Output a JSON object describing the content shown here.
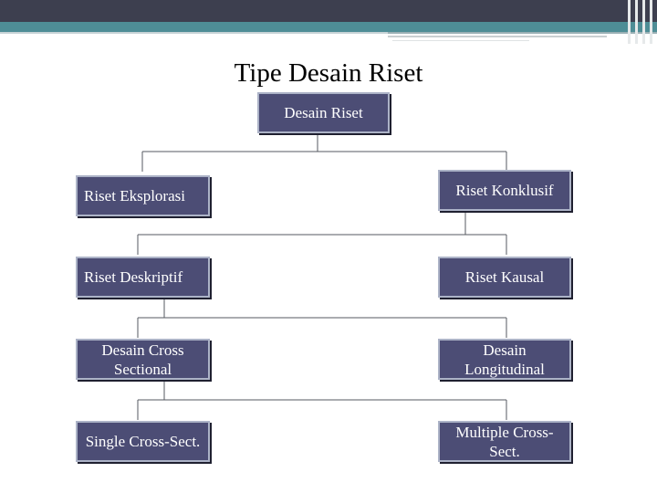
{
  "title": "Tipe Desain Riset",
  "colors": {
    "node_fill": "#4c4d75",
    "node_border": "#acb3c7",
    "header_dark": "#3d3f4f",
    "header_teal": "#4e8d96",
    "connector": "#555a60"
  },
  "nodes": {
    "root": "Desain Riset",
    "eksplorasi": "Riset Eksplorasi",
    "konklusif": "Riset Konklusif",
    "deskriptif": "Riset Deskriptif",
    "kausal": "Riset Kausal",
    "cross_sectional": "Desain Cross Sectional",
    "longitudinal": "Desain Longitudinal",
    "single_cross": "Single Cross-Sect.",
    "multiple_cross": "Multiple Cross-Sect."
  }
}
